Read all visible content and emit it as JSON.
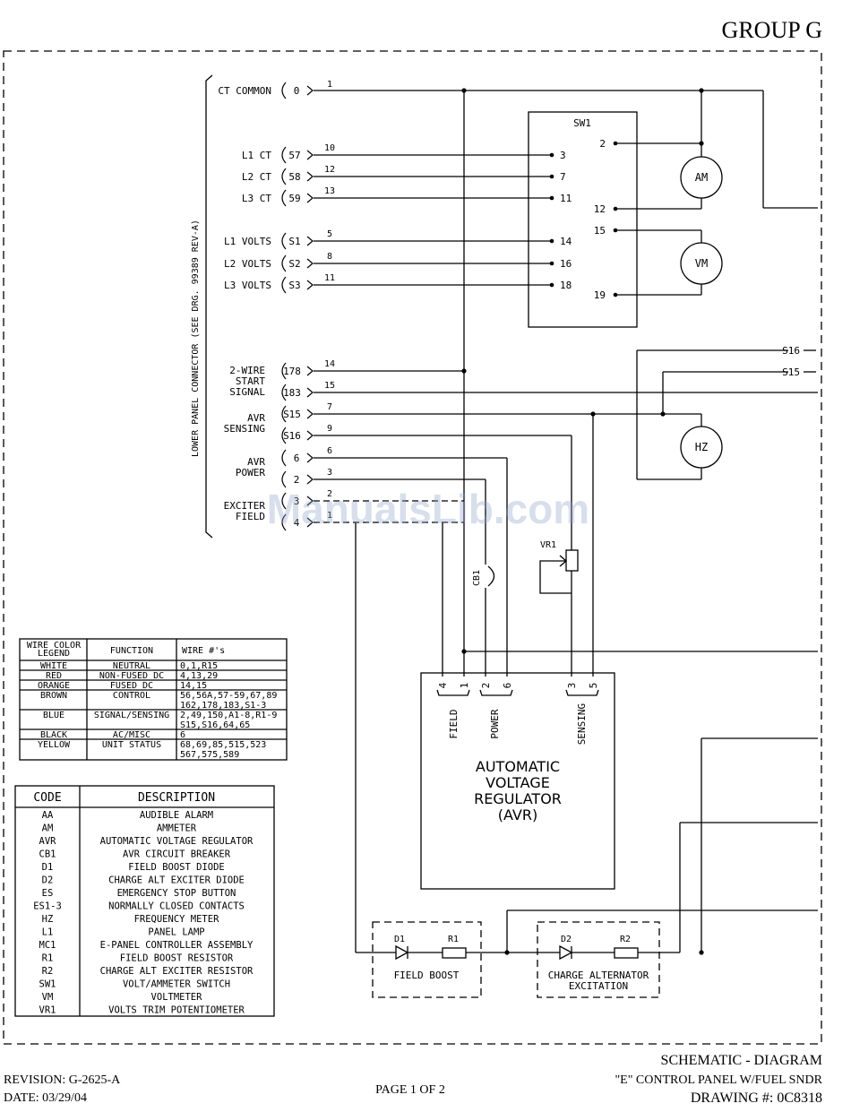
{
  "header": {
    "group": "GROUP G"
  },
  "connector": {
    "title": "LOWER PANEL CONNECTOR (SEE DRG. 99389 REV-A)",
    "ct_common": {
      "label": "CT COMMON",
      "pin": "0",
      "wire": "1"
    },
    "ct": [
      {
        "label": "L1 CT",
        "pin": "57",
        "wire": "10",
        "sw_terminal": "3"
      },
      {
        "label": "L2 CT",
        "pin": "58",
        "wire": "12",
        "sw_terminal": "7"
      },
      {
        "label": "L3 CT",
        "pin": "59",
        "wire": "13",
        "sw_terminal": "11"
      }
    ],
    "volts": [
      {
        "label": "L1 VOLTS",
        "pin": "S1",
        "wire": "5",
        "sw_terminal": "14"
      },
      {
        "label": "L2 VOLTS",
        "pin": "S2",
        "wire": "8",
        "sw_terminal": "16"
      },
      {
        "label": "L3 VOLTS",
        "pin": "S3",
        "wire": "11",
        "sw_terminal": "18"
      }
    ],
    "start_signal": {
      "label": [
        "2-WIRE",
        "START",
        "SIGNAL"
      ],
      "pins": [
        "178",
        "183"
      ],
      "wires": [
        "14",
        "15"
      ]
    },
    "avr_sensing": {
      "label": [
        "AVR",
        "SENSING"
      ],
      "pins": [
        "S15",
        "S16"
      ],
      "wires": [
        "7",
        "9"
      ]
    },
    "avr_power": {
      "label": [
        "AVR",
        "POWER"
      ],
      "pins": [
        "6",
        "2"
      ],
      "wires": [
        "6",
        "3"
      ]
    },
    "exciter_field": {
      "label": [
        "EXCITER",
        "FIELD"
      ],
      "pins": [
        "3",
        "4"
      ],
      "wires": [
        "2",
        "1"
      ]
    }
  },
  "sw1": {
    "title": "SW1",
    "right_terminals": [
      "2",
      "12",
      "15",
      "19"
    ]
  },
  "meters": {
    "am": "AM",
    "vm": "VM",
    "hz": "HZ"
  },
  "right_labels": {
    "s16": "S16",
    "s15": "S15"
  },
  "vr1_label": "VR1",
  "cb1_label": "CB1",
  "avr": {
    "pins": [
      "4",
      "1",
      "2",
      "6",
      "3",
      "5"
    ],
    "groups": [
      "FIELD",
      "POWER",
      "SENSING"
    ],
    "title_lines": [
      "AUTOMATIC",
      "VOLTAGE",
      "REGULATOR",
      "(AVR)"
    ]
  },
  "field_boost": {
    "d": "D1",
    "r": "R1",
    "label": "FIELD BOOST"
  },
  "charge_alt": {
    "d": "D2",
    "r": "R2",
    "label_lines": [
      "CHARGE ALTERNATOR",
      "EXCITATION"
    ]
  },
  "wire_legend": {
    "headers": [
      "WIRE COLOR LEGEND",
      "FUNCTION",
      "WIRE #'s"
    ],
    "header_lines": [
      "WIRE COLOR",
      "LEGEND"
    ],
    "rows": [
      {
        "color": "WHITE",
        "function": "NEUTRAL",
        "wires": [
          "0,1,R15"
        ]
      },
      {
        "color": "RED",
        "function": "NON-FUSED DC",
        "wires": [
          "4,13,29"
        ]
      },
      {
        "color": "ORANGE",
        "function": "FUSED DC",
        "wires": [
          "14,15"
        ]
      },
      {
        "color": "BROWN",
        "function": "CONTROL",
        "wires": [
          "56,56A,57-59,67,89",
          "162,178,183,S1-3"
        ]
      },
      {
        "color": "BLUE",
        "function": "SIGNAL/SENSING",
        "wires": [
          "2,49,150,A1-8,R1-9",
          "S15,S16,64,65"
        ]
      },
      {
        "color": "BLACK",
        "function": "AC/MISC",
        "wires": [
          "6"
        ]
      },
      {
        "color": "YELLOW",
        "function": "UNIT STATUS",
        "wires": [
          "68,69,85,515,523",
          "567,575,589"
        ]
      }
    ]
  },
  "code_table": {
    "headers": [
      "CODE",
      "DESCRIPTION"
    ],
    "rows": [
      [
        "AA",
        "AUDIBLE ALARM"
      ],
      [
        "AM",
        "AMMETER"
      ],
      [
        "AVR",
        "AUTOMATIC VOLTAGE REGULATOR"
      ],
      [
        "CB1",
        "AVR CIRCUIT BREAKER"
      ],
      [
        "D1",
        "FIELD BOOST DIODE"
      ],
      [
        "D2",
        "CHARGE ALT EXCITER DIODE"
      ],
      [
        "ES",
        "EMERGENCY STOP BUTTON"
      ],
      [
        "ES1-3",
        "NORMALLY CLOSED CONTACTS"
      ],
      [
        "HZ",
        "FREQUENCY METER"
      ],
      [
        "L1",
        "PANEL LAMP"
      ],
      [
        "MC1",
        "E-PANEL CONTROLLER ASSEMBLY"
      ],
      [
        "R1",
        "FIELD BOOST RESISTOR"
      ],
      [
        "R2",
        "CHARGE ALT EXCITER RESISTOR"
      ],
      [
        "SW1",
        "VOLT/AMMETER SWITCH"
      ],
      [
        "VM",
        "VOLTMETER"
      ],
      [
        "VR1",
        "VOLTS TRIM POTENTIOMETER"
      ]
    ]
  },
  "watermark": "ManualsLib.com",
  "footer": {
    "schematic": "SCHEMATIC - DIAGRAM",
    "revision": "REVISION: G-2625-A",
    "date": "DATE: 03/29/04",
    "page": "PAGE 1 OF 2",
    "panel": "\"E\" CONTROL PANEL W/FUEL SNDR",
    "drawing": "DRAWING #: 0C8318"
  }
}
